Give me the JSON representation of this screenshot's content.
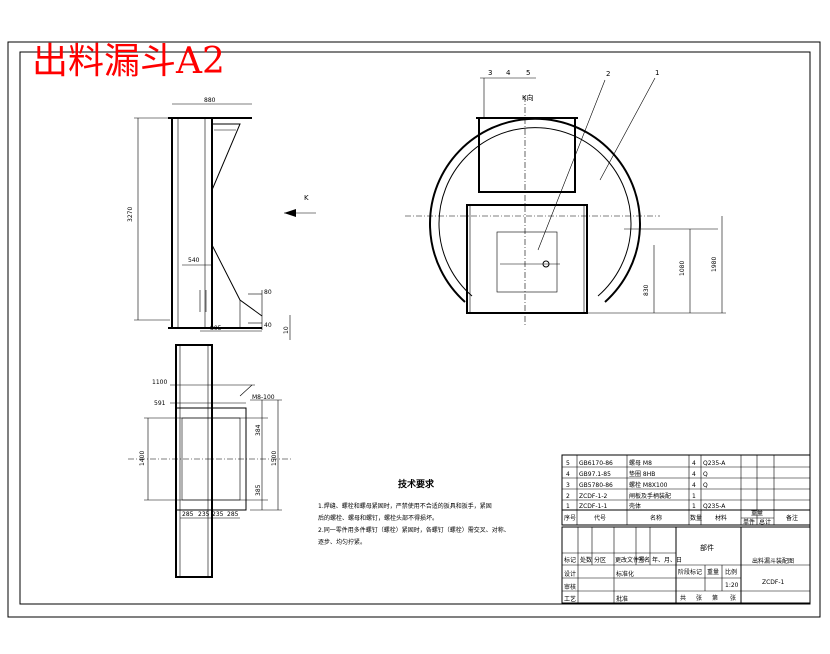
{
  "drawing": {
    "title": "出料漏斗A2",
    "view_label": "K向",
    "view_arrow_label": "K",
    "tech_title": "技术要求",
    "tech_notes": [
      "1.焊缝、螺栓和螺母紧固时，严禁使用不合适的扳具和扳手，紧固",
      "后的螺栓、螺母和螺钉，螺栓头部不得损坏。",
      "2.同一零件用多件螺钉（螺栓）紧固时，各螺钉（螺栓）需交叉、对称、",
      "逐步、均匀拧紧。"
    ],
    "balloons": [
      "3",
      "4",
      "5",
      "2",
      "1"
    ],
    "dims_front": {
      "top_width": "880",
      "height": "3270",
      "mid": "540",
      "d1": "80",
      "d2": "40",
      "d3": "10",
      "bottom": "805"
    },
    "dims_right": {
      "h1": "1980",
      "h2": "1080",
      "h3": "830"
    },
    "dims_bottom": {
      "w1": "1100",
      "w2": "591",
      "h1": "1400",
      "h2": "1500",
      "s1": "384",
      "s2": "385",
      "callout": "M8-100",
      "b1": "285",
      "b2": "235",
      "b3": "235",
      "b4": "285"
    }
  },
  "parts_table": {
    "headers": [
      "序号",
      "代号",
      "名称",
      "数量",
      "材料",
      "单件",
      "总计",
      "备注"
    ],
    "weight_label": "重量",
    "rows": [
      [
        "5",
        "GB6170-86",
        "螺母 M8",
        "4",
        "Q235-A",
        "",
        "",
        ""
      ],
      [
        "4",
        "GB97.1-85",
        "垫圈 8HB",
        "4",
        "Q",
        "",
        "",
        ""
      ],
      [
        "3",
        "GB5780-86",
        "螺栓 M8X100",
        "4",
        "Q",
        "",
        "",
        ""
      ],
      [
        "2",
        "ZCDF-1-2",
        "闸板及手柄装配",
        "1",
        "",
        "",
        "",
        ""
      ],
      [
        "1",
        "ZCDF-1-1",
        "壳体",
        "1",
        "Q235-A",
        "",
        "",
        ""
      ]
    ]
  },
  "title_block": {
    "category": "部件",
    "part_name": "出料漏斗装配图",
    "drawing_no": "ZCDF-1",
    "stage_label": "阶段标记",
    "weight_label": "重量",
    "scale_label": "比例",
    "scale": "1:20",
    "sheet_text": [
      "共",
      "张",
      "第",
      "张"
    ],
    "rev_headers": [
      "标记",
      "处数",
      "分区",
      "更改文件号",
      "签名",
      "年、月、日"
    ],
    "roles": [
      "设计",
      "标准化",
      "审核",
      "工艺",
      "批准"
    ]
  }
}
